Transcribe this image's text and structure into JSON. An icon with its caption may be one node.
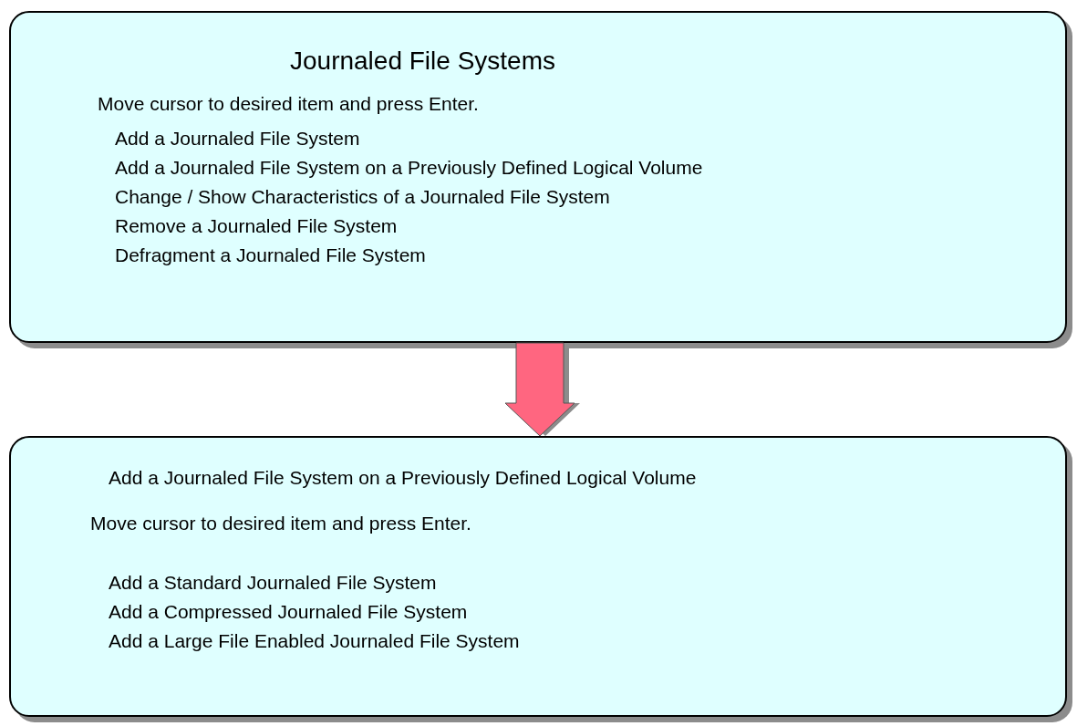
{
  "diagram": {
    "nodes": [
      {
        "text": [
          "Journaled File Systems",
          "Move cursor to desired item and press Enter.",
          "Add a Journaled File System",
          "Add a Journaled File System on a Previously Defined Logical Volume",
          "Change / Show Characteristics of a Journaled File System",
          "Remove a Journaled File System",
          "Defragment a Journaled File System"
        ]
      },
      {
        "text": [
          "Add a Journaled File System on a Previously Defined Logical Volume",
          "Move cursor to desired item and press Enter.",
          "Add a Standard Journaled File System",
          "Add a Compressed Journaled File System",
          "Add a Large File Enabled Journaled File System"
        ]
      }
    ],
    "edges": [
      {
        "from": 0,
        "to": 1,
        "arrow": "to"
      }
    ]
  }
}
